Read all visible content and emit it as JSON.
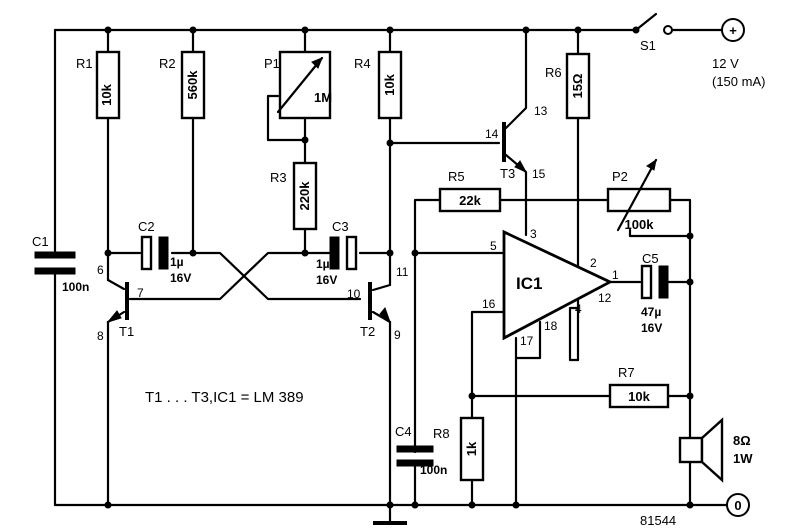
{
  "supply": {
    "label_voltage": "12 V",
    "label_current": "(150 mA)",
    "plus": "+",
    "zero": "0"
  },
  "switch": {
    "name": "S1"
  },
  "resistors": {
    "R1": {
      "name": "R1",
      "value": "10k"
    },
    "R2": {
      "name": "R2",
      "value": "560k"
    },
    "R3": {
      "name": "R3",
      "value": "220k"
    },
    "R4": {
      "name": "R4",
      "value": "10k"
    },
    "R5": {
      "name": "R5",
      "value": "22k"
    },
    "R6": {
      "name": "R6",
      "value": "15Ω"
    },
    "R7": {
      "name": "R7",
      "value": "10k"
    },
    "R8": {
      "name": "R8",
      "value": "1k"
    }
  },
  "pots": {
    "P1": {
      "name": "P1",
      "value": "1M"
    },
    "P2": {
      "name": "P2",
      "value": "100k"
    }
  },
  "capacitors": {
    "C1": {
      "name": "C1",
      "value": "100n"
    },
    "C2": {
      "name": "C2",
      "value": "1µ",
      "voltage": "16V"
    },
    "C3": {
      "name": "C3",
      "value": "1µ",
      "voltage": "16V"
    },
    "C4": {
      "name": "C4",
      "value": "100n"
    },
    "C5": {
      "name": "C5",
      "value": "47µ",
      "voltage": "16V"
    }
  },
  "transistors": {
    "T1": {
      "name": "T1",
      "pins": [
        "6",
        "7",
        "8"
      ]
    },
    "T2": {
      "name": "T2",
      "pins": [
        "11",
        "10",
        "9"
      ]
    },
    "T3": {
      "name": "T3",
      "pins": [
        "13",
        "14",
        "15"
      ]
    }
  },
  "ic": {
    "name": "IC1",
    "pins": {
      "p1": "1",
      "p2": "2",
      "p3": "3",
      "p4": "4",
      "p5": "5",
      "p12": "12",
      "p16": "16",
      "p17": "17",
      "p18": "18"
    }
  },
  "speaker": {
    "impedance": "8Ω",
    "power": "1W"
  },
  "note": "T1 . . . T3,IC1 = LM 389",
  "drawing_number": "81544"
}
